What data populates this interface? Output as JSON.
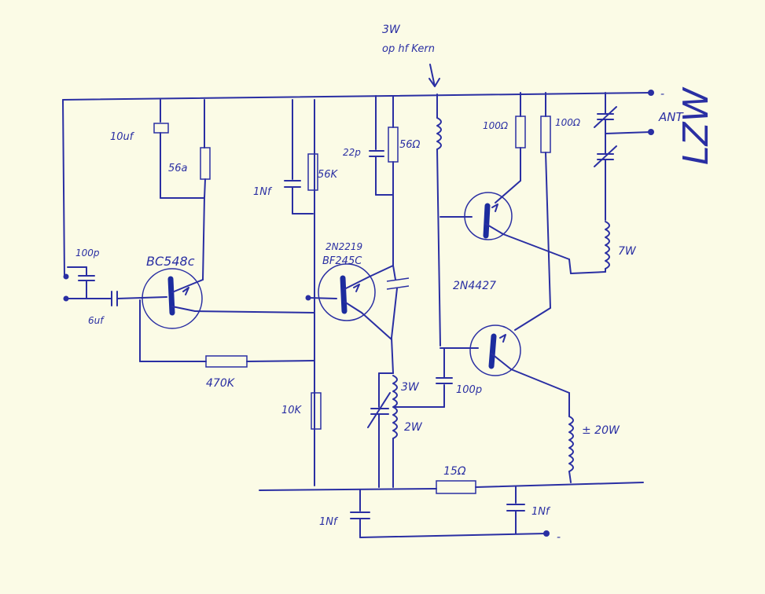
{
  "labels": {
    "note_power": "3W",
    "note_core": "op hf Kern",
    "cap_10uf": "10uf",
    "res_56_a": "56a",
    "cap_100p_in": "100p",
    "transistor_q1": "BC548c",
    "cap_6uf": "6uf",
    "res_470k": "470K",
    "cap_1nf_a": "1Nf",
    "res_56k": "56K",
    "cap_22p": "22p",
    "res_56_b": "56Ω",
    "transistor_q2_a": "2N2219",
    "transistor_q2_b": "BF245C",
    "res_10k": "10K",
    "coil_3w": "3W",
    "coil_2w": "2W",
    "cap_100p_mid": "100p",
    "res_100_a": "100Ω",
    "res_100_b": "100Ω",
    "transistor_q3q4": "2N4427",
    "antenna": "ANT",
    "coil_7w": "7W",
    "coil_20w": "± 20W",
    "res_15": "15Ω",
    "cap_1nf_b": "1Nf",
    "cap_1nf_c": "1Nf",
    "minus_top": "-",
    "minus_bottom": "-",
    "signature": "LZW"
  }
}
